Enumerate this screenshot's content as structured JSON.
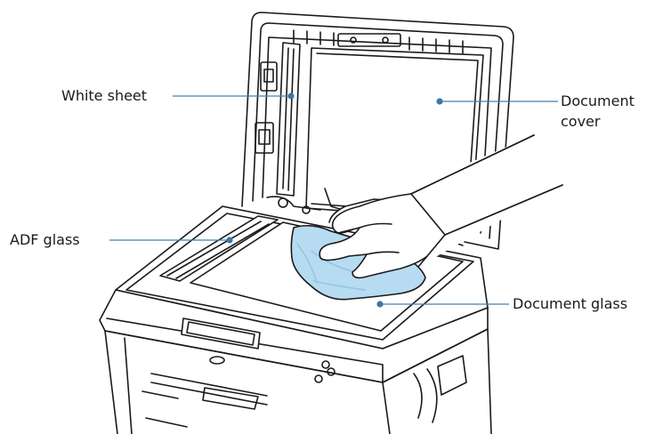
{
  "labels": {
    "white_sheet": "White sheet",
    "document_cover_line1": "Document",
    "document_cover_line2": "cover",
    "adf_glass": "ADF glass",
    "document_glass": "Document glass"
  },
  "colors": {
    "line": "#1a1a1a",
    "leader_line": "#4a7fa8",
    "leader_dot": "#3b78a8",
    "cloth_fill": "#b7dbf0",
    "cloth_shade": "#8fc3e2",
    "machine_fill": "#ffffff"
  }
}
